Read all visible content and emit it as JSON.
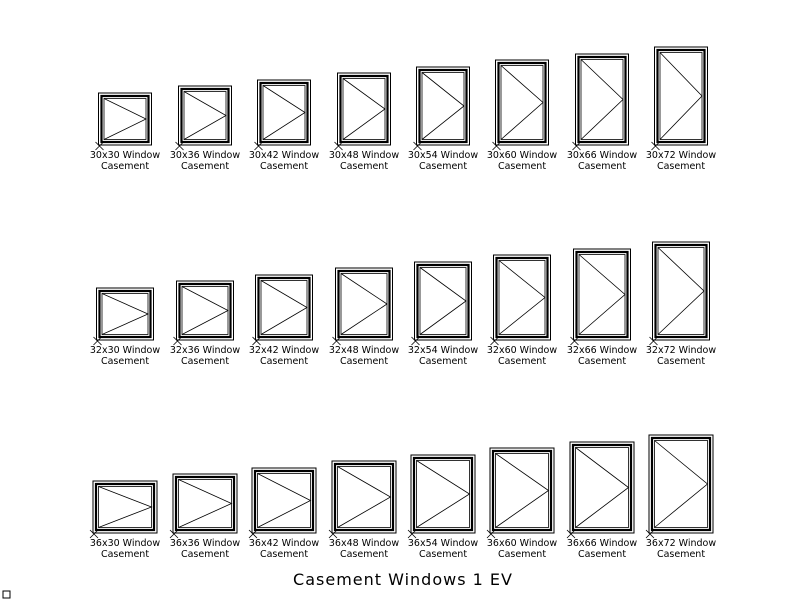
{
  "title": "Casement Windows 1 EV",
  "line_color": "#000000",
  "background_color": "#ffffff",
  "swing_direction": "hinge-left, opens right",
  "rows": [
    {
      "width_in": 30,
      "windows": [
        {
          "size": "30x30",
          "label_line1": "30x30 Window",
          "label_line2": "Casement"
        },
        {
          "size": "30x36",
          "label_line1": "30x36 Window",
          "label_line2": "Casement"
        },
        {
          "size": "30x42",
          "label_line1": "30x42 Window",
          "label_line2": "Casement"
        },
        {
          "size": "30x48",
          "label_line1": "30x48 Window",
          "label_line2": "Casement"
        },
        {
          "size": "30x54",
          "label_line1": "30x54 Window",
          "label_line2": "Casement"
        },
        {
          "size": "30x60",
          "label_line1": "30x60 Window",
          "label_line2": "Casement"
        },
        {
          "size": "30x66",
          "label_line1": "30x66 Window",
          "label_line2": "Casement"
        },
        {
          "size": "30x72",
          "label_line1": "30x72 Window",
          "label_line2": "Casement"
        }
      ]
    },
    {
      "width_in": 32,
      "windows": [
        {
          "size": "32x30",
          "label_line1": "32x30 Window",
          "label_line2": "Casement"
        },
        {
          "size": "32x36",
          "label_line1": "32x36 Window",
          "label_line2": "Casement"
        },
        {
          "size": "32x42",
          "label_line1": "32x42 Window",
          "label_line2": "Casement"
        },
        {
          "size": "32x48",
          "label_line1": "32x48 Window",
          "label_line2": "Casement"
        },
        {
          "size": "32x54",
          "label_line1": "32x54 Window",
          "label_line2": "Casement"
        },
        {
          "size": "32x60",
          "label_line1": "32x60 Window",
          "label_line2": "Casement"
        },
        {
          "size": "32x66",
          "label_line1": "32x66 Window",
          "label_line2": "Casement"
        },
        {
          "size": "32x72",
          "label_line1": "32x72 Window",
          "label_line2": "Casement"
        }
      ]
    },
    {
      "width_in": 36,
      "windows": [
        {
          "size": "36x30",
          "label_line1": "36x30 Window",
          "label_line2": "Casement"
        },
        {
          "size": "36x36",
          "label_line1": "36x36 Window",
          "label_line2": "Casement"
        },
        {
          "size": "36x42",
          "label_line1": "36x42 Window",
          "label_line2": "Casement"
        },
        {
          "size": "36x48",
          "label_line1": "36x48 Window",
          "label_line2": "Casement"
        },
        {
          "size": "36x54",
          "label_line1": "36x54 Window",
          "label_line2": "Casement"
        },
        {
          "size": "36x60",
          "label_line1": "36x60 Window",
          "label_line2": "Casement"
        },
        {
          "size": "36x66",
          "label_line1": "36x66 Window",
          "label_line2": "Casement"
        },
        {
          "size": "36x72",
          "label_line1": "36x72 Window",
          "label_line2": "Casement"
        }
      ]
    }
  ]
}
